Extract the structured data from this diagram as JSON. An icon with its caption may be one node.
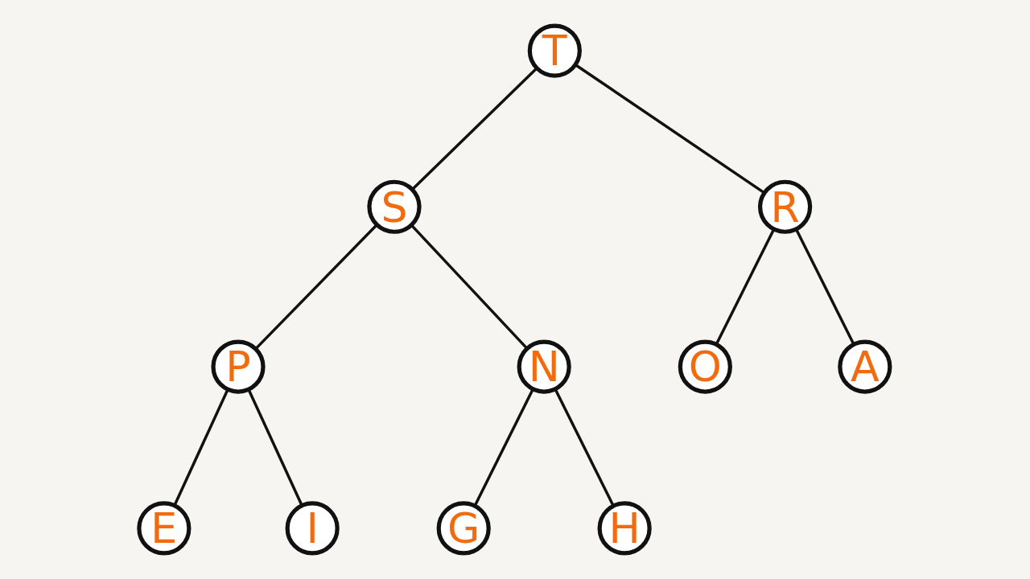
{
  "diagram": {
    "nodes": [
      {
        "text": [
          "T"
        ]
      },
      {
        "text": [
          "S"
        ]
      },
      {
        "text": [
          "R"
        ]
      },
      {
        "text": [
          "P"
        ]
      },
      {
        "text": [
          "N"
        ]
      },
      {
        "text": [
          "O"
        ]
      },
      {
        "text": [
          "A"
        ]
      },
      {
        "text": [
          "E"
        ]
      },
      {
        "text": [
          "I"
        ]
      },
      {
        "text": [
          "G"
        ]
      },
      {
        "text": [
          "H"
        ]
      }
    ],
    "edges": [
      {
        "from": 0,
        "to": 1,
        "arrow": "none"
      },
      {
        "from": 0,
        "to": 2,
        "arrow": "none"
      },
      {
        "from": 1,
        "to": 3,
        "arrow": "none"
      },
      {
        "from": 1,
        "to": 4,
        "arrow": "none"
      },
      {
        "from": 2,
        "to": 5,
        "arrow": "none"
      },
      {
        "from": 2,
        "to": 6,
        "arrow": "none"
      },
      {
        "from": 3,
        "to": 7,
        "arrow": "none"
      },
      {
        "from": 3,
        "to": 8,
        "arrow": "none"
      },
      {
        "from": 4,
        "to": 9,
        "arrow": "none"
      },
      {
        "from": 4,
        "to": 10,
        "arrow": "none"
      }
    ]
  }
}
